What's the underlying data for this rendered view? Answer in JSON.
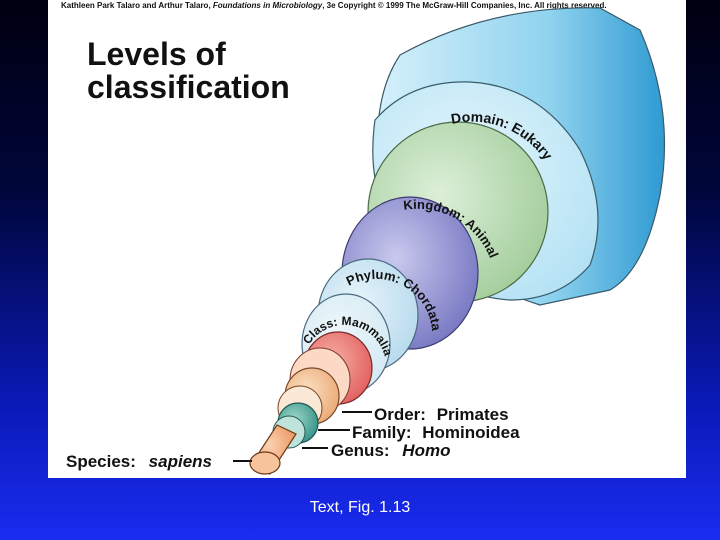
{
  "copyright": {
    "authors": "Kathleen Park Talaro and Arthur Talaro, ",
    "book": "Foundations in Microbiology",
    "rest": ", 3e Copyright © 1999 The McGraw-Hill Companies, Inc.  All rights reserved."
  },
  "title": {
    "line1": "Levels of",
    "line2": "classification"
  },
  "levels": {
    "domain": {
      "label": "Domain: Eukarya"
    },
    "kingdom": {
      "label": "Kingdom: Animalia"
    },
    "phylum": {
      "label": "Phylum: Chordata"
    },
    "class": {
      "label": "Class: Mammalia"
    },
    "order": {
      "prefix": "Order:",
      "value": "Primates"
    },
    "family": {
      "prefix": "Family:",
      "value": "Hominoidea"
    },
    "genus": {
      "prefix": "Genus:",
      "value": "Homo"
    },
    "species": {
      "prefix": "Species:",
      "value": "sapiens"
    }
  },
  "caption": "Text, Fig. 1.13",
  "colors": {
    "domain": "#8fd3ee",
    "kingdom": "#b9dcb3",
    "phylum": "#9a9ad8",
    "class": "#cfe8f4",
    "order": "#f07a7a",
    "family": "#f5c090",
    "genus": "#3aa89a",
    "species": "#f2a878"
  }
}
